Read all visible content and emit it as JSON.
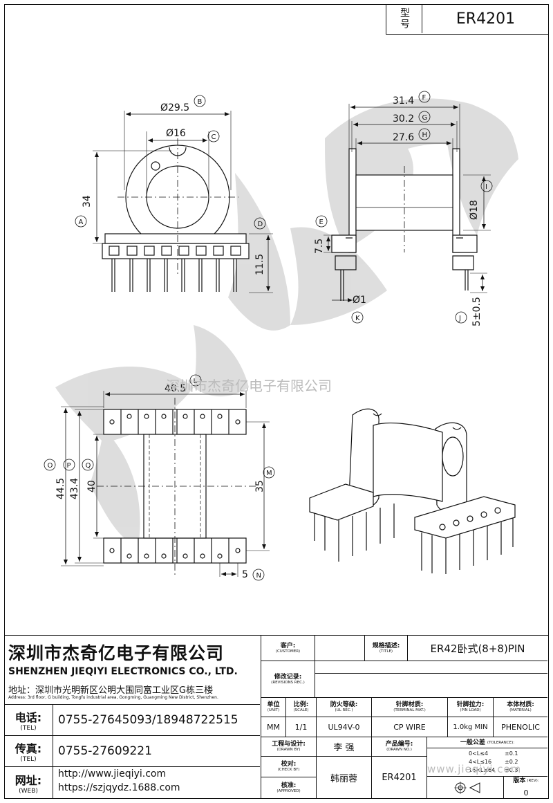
{
  "model_box": {
    "label": "型号",
    "value": "ER4201"
  },
  "drawing": {
    "dims": {
      "b": "Ø29.5",
      "c": "Ø16",
      "a": "34",
      "d": "11.5",
      "f": "31.4",
      "g": "30.2",
      "h": "27.6",
      "i": "Ø18",
      "e": "7.5",
      "l": "Ø1",
      "j": "5±0.5",
      "k": "40.5",
      "o": "44.5",
      "p": "43.4",
      "q": "40",
      "m": "35",
      "n": "5"
    },
    "letters": [
      "A",
      "B",
      "C",
      "D",
      "E",
      "F",
      "G",
      "H",
      "I",
      "J",
      "K",
      "L",
      "M",
      "N",
      "O",
      "P",
      "Q"
    ],
    "watermark_company": "深圳市杰奇亿电子有限公司",
    "watermark_url": "www.jieqiyi.com"
  },
  "company": {
    "name_cn": "深圳市杰奇亿电子有限公司",
    "name_en": "SHENZHEN JIEQIYI ELECTRONICS CO., LTD.",
    "address_cn": "地址：深圳市光明新区公明大围同富工业区G栋三楼",
    "address_en": "Address: 3rd floor, G building, Tongfu industrial area, Gongming, Guangming New District, Shenzhen.",
    "tel_label": "电话:",
    "tel_label_en": "(TEL)",
    "tel": "0755-27645093/18948722515",
    "fax_label": "传真:",
    "fax_label_en": "(TEL)",
    "fax": "0755-27609221",
    "web_label": "网址:",
    "web_label_en": "(WEB)",
    "web1": "http://www.jieqiyi.com",
    "web2": "https://szjqydz.1688.com"
  },
  "titleblock": {
    "customer_label": "客户:",
    "customer_en": "(CUSTOMER)",
    "customer": "",
    "title_label": "规格描述:",
    "title_en": "(TITLE)",
    "title": "ER42卧式(8+8)PIN",
    "rev_label": "修改记录:",
    "rev_en": "(REVISIONS REC.)",
    "unit_label": "单位",
    "unit_en": "(UNIT)",
    "unit": "MM",
    "scale_label": "比例:",
    "scale_en": "(SCALE)",
    "scale": "1/1",
    "ul_label": "防火等级:",
    "ul_en": "(UL REC.)",
    "ul": "UL94V-0",
    "pin_mat_label": "针脚材质:",
    "pin_mat_en": "(TERMINAL MAT.)",
    "pin_mat": "CP WIRE",
    "pin_load_label": "针脚拉力:",
    "pin_load_en": "(PIN LOAD)",
    "pin_load": "1.0kg MIN",
    "material_label": "本体材质:",
    "material_en": "(MATERIAL)",
    "material": "PHENOLIC",
    "drawn_label": "工程与设计:",
    "drawn_en": "(DRAWN BY)",
    "drawn": "李 强",
    "check_label": "校对:",
    "check_en": "(CHECK BY)",
    "approved_label": "核准:",
    "approved_en": "(APPROVED)",
    "approved_by": "韩丽蓉",
    "part_label": "产品编号:",
    "part_en": "(DRAWN NO.)",
    "part": "ER4201",
    "tol_label": "一般公差",
    "tol_en": "(TOLERANCE):",
    "tol": [
      {
        "range": "0<L≤4",
        "val": "±0.1"
      },
      {
        "range": "4<L≤16",
        "val": "±0.2"
      },
      {
        "range": "16<L≤64",
        "val": "±0.3"
      }
    ],
    "version_label": "版本",
    "version_en": "(REV):",
    "version": "0"
  }
}
